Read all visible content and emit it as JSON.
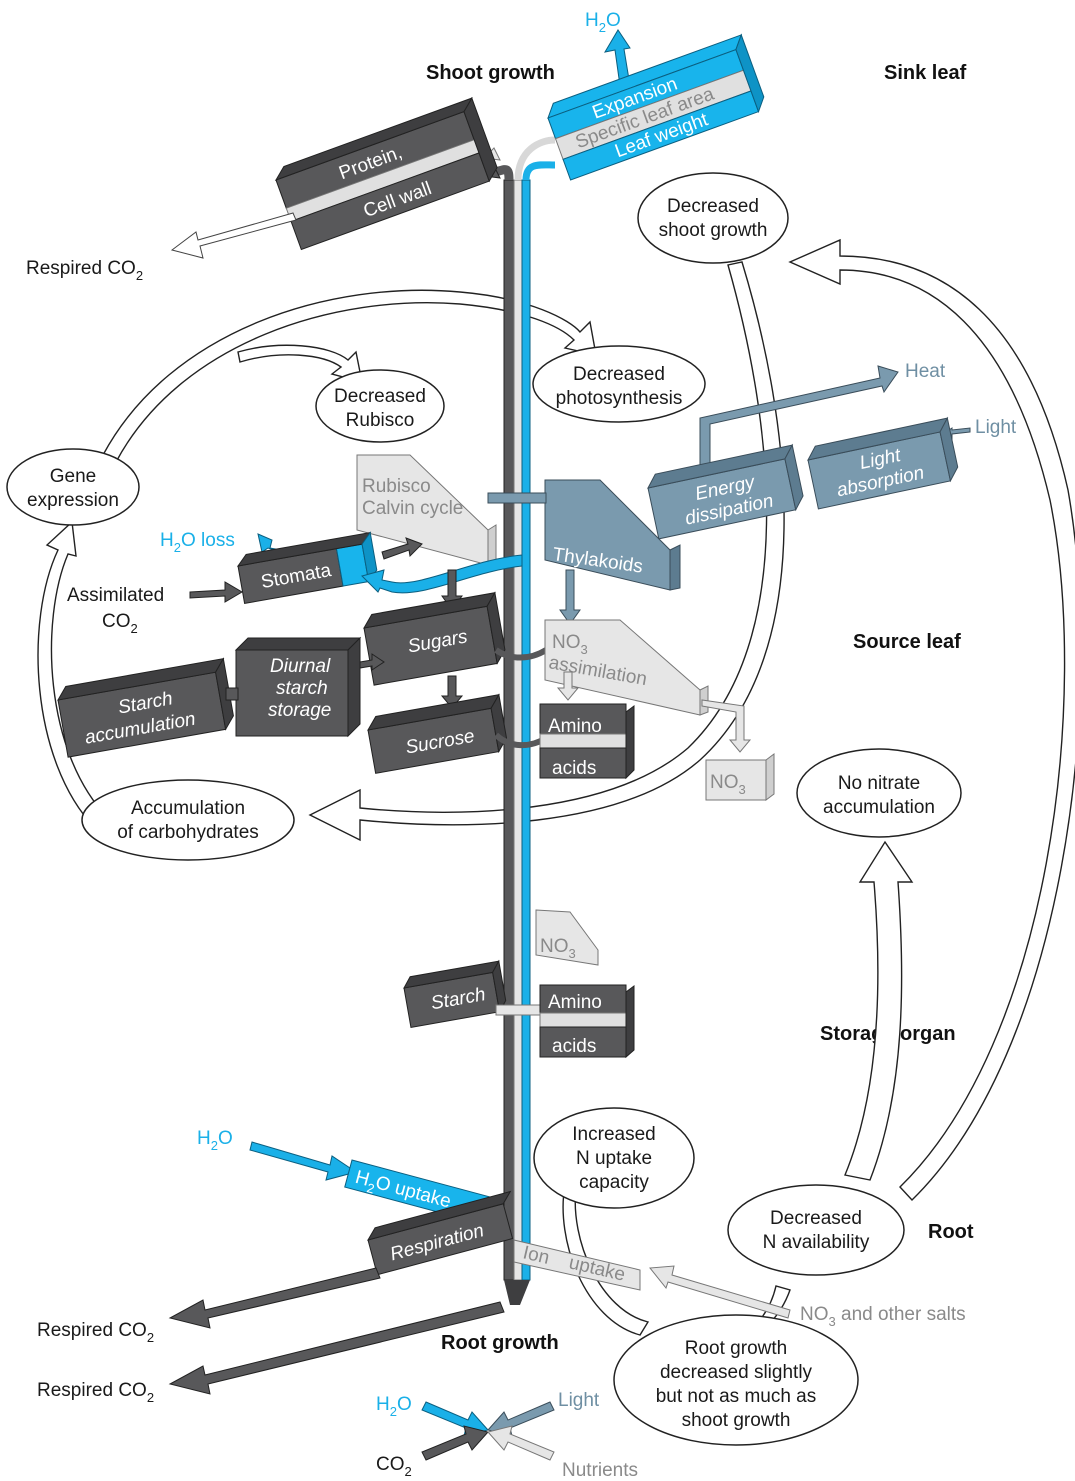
{
  "headings": {
    "shoot_growth": "Shoot growth",
    "sink_leaf": "Sink leaf",
    "source_leaf": "Source leaf",
    "storage_organ": "Storage organ",
    "root": "Root",
    "root_growth": "Root growth"
  },
  "bubbles": {
    "decreased_shoot_growth_1": "Decreased",
    "decreased_shoot_growth_2": "shoot growth",
    "decreased_photosynthesis_1": "Decreased",
    "decreased_photosynthesis_2": "photosynthesis",
    "decreased_rubisco_1": "Decreased",
    "decreased_rubisco_2": "Rubisco",
    "gene_expression_1": "Gene",
    "gene_expression_2": "expression",
    "accumulation_1": "Accumulation",
    "accumulation_2": "of carbohydrates",
    "no_nitrate_1": "No nitrate",
    "no_nitrate_2": "accumulation",
    "increased_n_1": "Increased",
    "increased_n_2": "N uptake",
    "increased_n_3": "capacity",
    "decreased_n_1": "Decreased",
    "decreased_n_2": "N availability",
    "root_growth_note_1": "Root growth",
    "root_growth_note_2": "decreased slightly",
    "root_growth_note_3": "but not as much as",
    "root_growth_note_4": "shoot growth"
  },
  "boxes": {
    "expansion": "Expansion",
    "specific_leaf_area": "Specific leaf area",
    "leaf_weight": "Leaf weight",
    "protein": "Protein,",
    "cell_wall": "Cell wall",
    "rubisco": "Rubisco",
    "calvin_cycle": "Calvin cycle",
    "thylakoids": "Thylakoids",
    "energy": "Energy",
    "dissipation": "dissipation",
    "light_box": "Light",
    "absorption": "absorption",
    "stomata": "Stomata",
    "sugars": "Sugars",
    "diurnal": "Diurnal",
    "starch_word": "starch",
    "storage": "storage",
    "starch_1": "Starch",
    "accumulation": "accumulation",
    "sucrose": "Sucrose",
    "no3_main": "NO",
    "no3_sub": "3",
    "assimilation": "assimilation",
    "amino": "Amino",
    "acids": "acids",
    "starch_storage_organ": "Starch",
    "h2o_uptake_main": "H",
    "h2o_uptake_sub": "2",
    "h2o_uptake_rest": "O uptake",
    "respiration": "Respiration",
    "ion": "Ion",
    "uptake": "uptake"
  },
  "flows": {
    "h2o_top_h": "H",
    "h2o_top_sub": "2",
    "h2o_top_o": "O",
    "respired_co2": "Respired CO",
    "co2_sub": "2",
    "heat": "Heat",
    "light": "Light",
    "h2o_loss_h": "H",
    "h2o_loss_sub": "2",
    "h2o_loss_rest": "O loss",
    "assimilated": "Assimilated",
    "co2": "CO",
    "h2o_root_h": "H",
    "h2o_root_o": "O",
    "no3_salts_a": "NO",
    "no3_salts_sub": "3",
    "no3_salts_b": " and other salts",
    "bottom_h2o_h": "H",
    "bottom_h2o_o": "O",
    "bottom_light": "Light",
    "bottom_co2": "CO",
    "bottom_nutrients": "Nutrients"
  },
  "colors": {
    "water": "#1ab0e8",
    "energy": "#6f8fa3",
    "carbon": "#58585a",
    "nitrogen": "#e6e6e6"
  }
}
